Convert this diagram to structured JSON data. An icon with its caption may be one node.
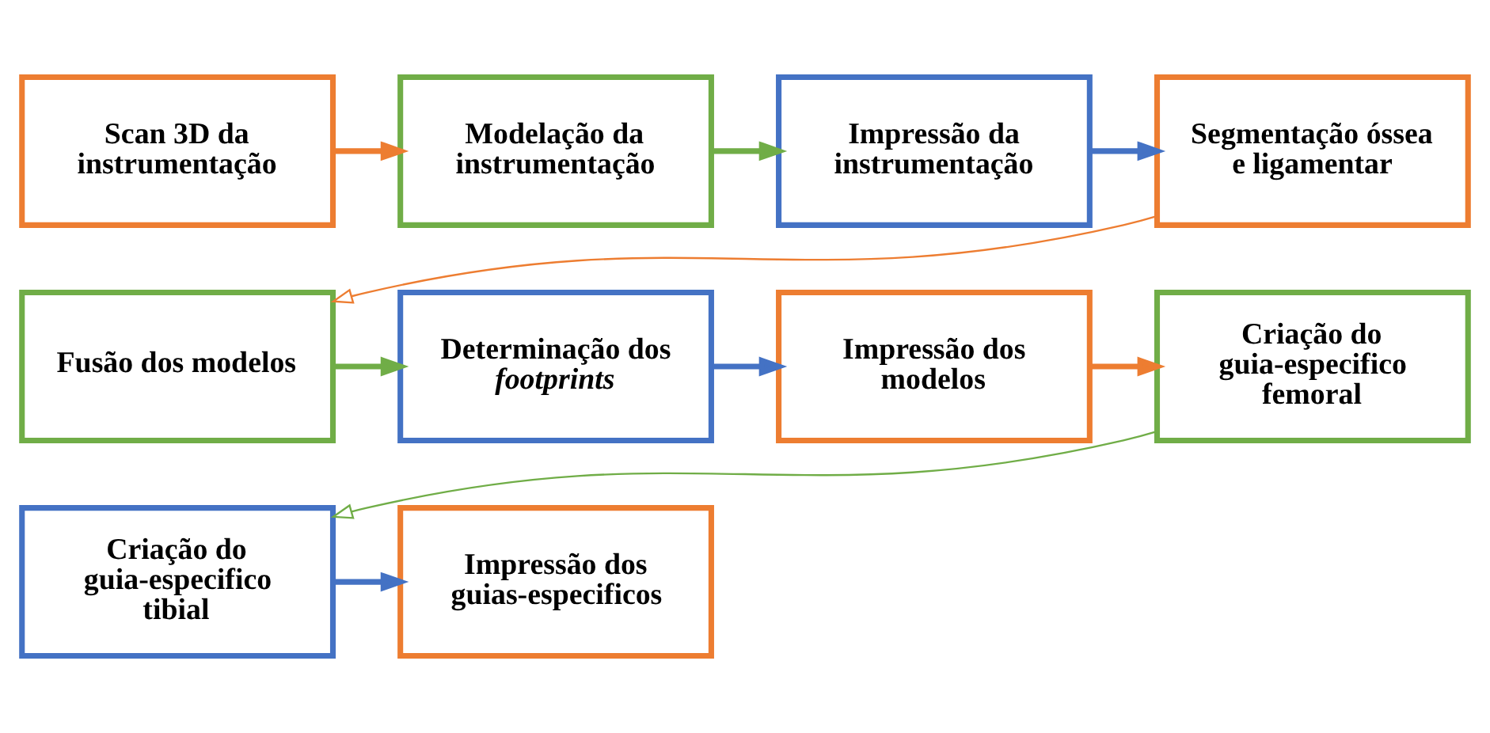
{
  "diagram": {
    "nodes": [
      {
        "text": [
          "Scan 3D da instrumentação"
        ]
      },
      {
        "text": [
          "Modelação da instrumentação"
        ]
      },
      {
        "text": [
          "Impressão da instrumentação"
        ]
      },
      {
        "text": [
          "Segmentação óssea e ligamentar"
        ]
      },
      {
        "text": [
          "Fusão dos modelos"
        ]
      },
      {
        "text": [
          "Determinação dos *footprints*"
        ]
      },
      {
        "text": [
          "Impressão dos modelos"
        ]
      },
      {
        "text": [
          "Criação do guia-especifico femoral"
        ]
      },
      {
        "text": [
          "Criação do guia-especifico tibial"
        ]
      },
      {
        "text": [
          "Impressão dos guias-especificos"
        ]
      }
    ],
    "edges": [
      {
        "from": 0,
        "to": 1,
        "arrow": "to",
        "color": "#ed7d31"
      },
      {
        "from": 1,
        "to": 2,
        "arrow": "to",
        "color": "#70ad47"
      },
      {
        "from": 2,
        "to": 3,
        "arrow": "to",
        "color": "#4472c4"
      },
      {
        "from": 3,
        "to": 4,
        "arrow": "to",
        "color": "#ed7d31"
      },
      {
        "from": 4,
        "to": 5,
        "arrow": "to",
        "color": "#70ad47"
      },
      {
        "from": 5,
        "to": 6,
        "arrow": "to",
        "color": "#4472c4"
      },
      {
        "from": 6,
        "to": 7,
        "arrow": "to",
        "color": "#ed7d31"
      },
      {
        "from": 7,
        "to": 8,
        "arrow": "to",
        "color": "#70ad47"
      },
      {
        "from": 8,
        "to": 9,
        "arrow": "to",
        "color": "#4472c4"
      }
    ]
  }
}
